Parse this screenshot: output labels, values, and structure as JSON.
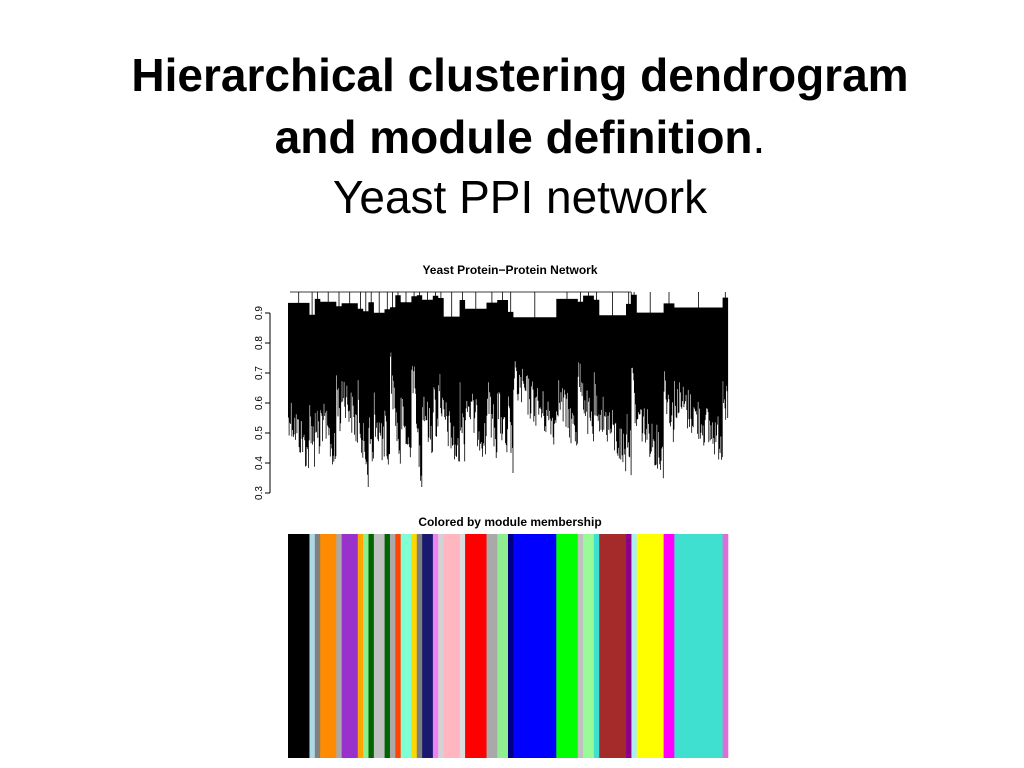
{
  "slide": {
    "title_line1": "Hierarchical clustering dendrogram",
    "title_line2": "and module definition",
    "title_punct": ".",
    "subtitle": "Yeast PPI network"
  },
  "chart_data": {
    "type": "dendrogram",
    "title": "Yeast Protein−Protein Network",
    "ylabel": "",
    "xlabel": "",
    "ylim": [
      0.3,
      1.0
    ],
    "yticks": [
      0.3,
      0.4,
      0.5,
      0.6,
      0.7,
      0.8,
      0.9
    ],
    "merge_height_top": 0.97,
    "module_colors_panel": {
      "title": "Colored by module membership",
      "modules": [
        {
          "color": "#000000",
          "share": 4
        },
        {
          "color": "#ADD8E6",
          "share": 1
        },
        {
          "color": "#808080",
          "share": 1
        },
        {
          "color": "#FF8C00",
          "share": 3
        },
        {
          "color": "#A9A9A9",
          "share": 1
        },
        {
          "color": "#9932CC",
          "share": 3
        },
        {
          "color": "#FFA500",
          "share": 1
        },
        {
          "color": "#90EE90",
          "share": 1
        },
        {
          "color": "#006400",
          "share": 1
        },
        {
          "color": "#C0C0C0",
          "share": 2
        },
        {
          "color": "#006400",
          "share": 1
        },
        {
          "color": "#A9A9A9",
          "share": 1
        },
        {
          "color": "#FF4500",
          "share": 1
        },
        {
          "color": "#7FFFD4",
          "share": 2
        },
        {
          "color": "#FFD700",
          "share": 1
        },
        {
          "color": "#808080",
          "share": 1
        },
        {
          "color": "#191970",
          "share": 2
        },
        {
          "color": "#EE82EE",
          "share": 1
        },
        {
          "color": "#D3D3D3",
          "share": 1
        },
        {
          "color": "#FFB6C1",
          "share": 3
        },
        {
          "color": "#DCDCDC",
          "share": 1
        },
        {
          "color": "#FF0000",
          "share": 4
        },
        {
          "color": "#A9A9A9",
          "share": 2
        },
        {
          "color": "#90EE90",
          "share": 2
        },
        {
          "color": "#000080",
          "share": 1
        },
        {
          "color": "#0000FF",
          "share": 8
        },
        {
          "color": "#00FF00",
          "share": 4
        },
        {
          "color": "#C0C0C0",
          "share": 1
        },
        {
          "color": "#98FB98",
          "share": 2
        },
        {
          "color": "#40E0D0",
          "share": 1
        },
        {
          "color": "#A52A2A",
          "share": 5
        },
        {
          "color": "#8B008B",
          "share": 1
        },
        {
          "color": "#AFEEEE",
          "share": 1
        },
        {
          "color": "#FFFF00",
          "share": 5
        },
        {
          "color": "#FF00FF",
          "share": 2
        },
        {
          "color": "#40E0D0",
          "share": 9
        },
        {
          "color": "#DA70D6",
          "share": 1
        }
      ]
    }
  }
}
